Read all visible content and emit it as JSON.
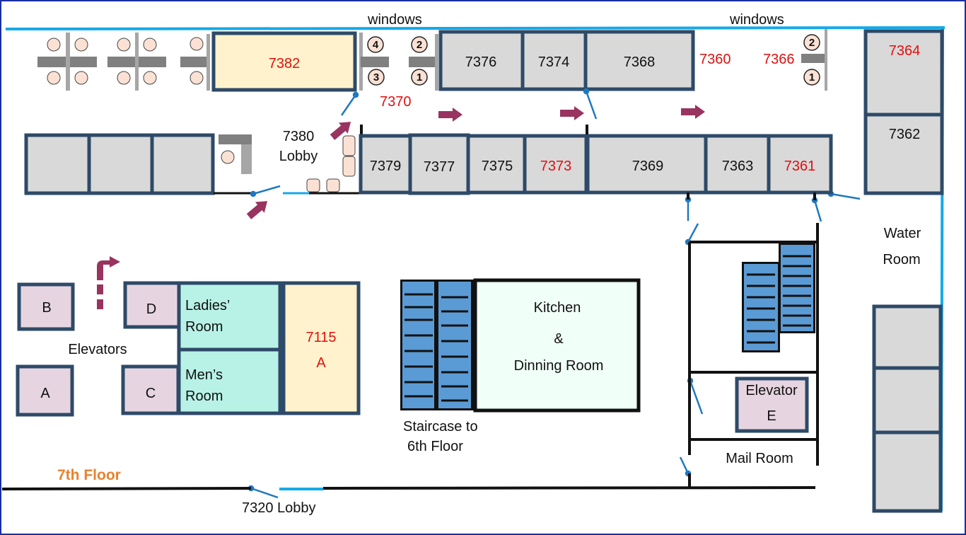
{
  "title": "7th Floor",
  "colors": {
    "wall_outline": "#2e4a68",
    "office_fill": "#d9d9d9",
    "highlight_room_fill": "#fff2cc",
    "restroom_fill": "#b8f2e6",
    "elevator_fill": "#e6d5e0",
    "kitchen_fill": "#f0fff8",
    "window_line": "#14a9e8",
    "stair_fill": "#5b9bd5",
    "arrow": "#99335f",
    "highlight_text": "#e01010",
    "floor_label": "#e8822e",
    "door": "#1f78c0"
  },
  "labels": {
    "windows_left": "windows",
    "windows_right": "windows",
    "lobby_7380_num": "7380",
    "lobby_7380_word": "Lobby",
    "lobby_7320": "7320 Lobby",
    "water_room_1": "Water",
    "water_room_2": "Room",
    "elevators": "Elevators",
    "ladies_1": "Ladies’",
    "ladies_2": "Room",
    "mens_1": "Men’s",
    "mens_2": "Room",
    "kitchen_1": "Kitchen",
    "kitchen_2": "&",
    "kitchen_3": "Dinning Room",
    "staircase_1": "Staircase to",
    "staircase_2": "6th Floor",
    "mail_room": "Mail Room",
    "elevator_e_1": "Elevator",
    "elevator_e_2": "E",
    "floor": "7th Floor"
  },
  "rooms": {
    "r7382": "7382",
    "r7376": "7376",
    "r7374": "7374",
    "r7368": "7368",
    "r7360": "7360",
    "r7366": "7366",
    "r7370": "7370",
    "r7364": "7364",
    "r7362": "7362",
    "r7379": "7379",
    "r7377": "7377",
    "r7375": "7375",
    "r7373": "7373",
    "r7369": "7369",
    "r7363": "7363",
    "r7361": "7361",
    "r7115_1": "7115",
    "r7115_2": "A"
  },
  "elevators": {
    "a": "A",
    "b": "B",
    "c": "C",
    "d": "D"
  },
  "seats": {
    "s1": "1",
    "s2": "2",
    "s3": "3",
    "s4": "4"
  }
}
